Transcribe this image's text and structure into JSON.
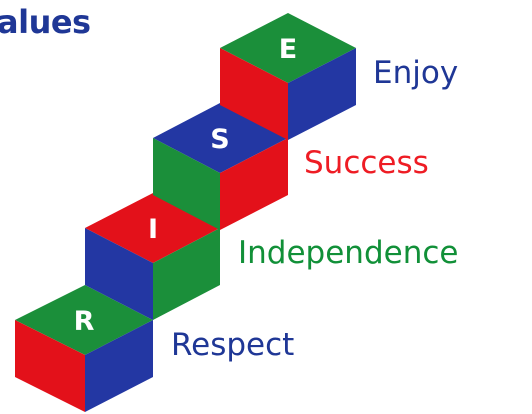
{
  "title": "alues",
  "colors": {
    "blue": "#2337a3",
    "red": "#e3111a",
    "green": "#1b8f3a",
    "title_blue": "#1f3796",
    "label_blue": "#1f3796",
    "label_red": "#ee1c24",
    "label_green": "#119038"
  },
  "steps": [
    {
      "letter": "E",
      "label": "Enjoy",
      "top": "green",
      "left": "red",
      "right": "blue"
    },
    {
      "letter": "S",
      "label": "Success",
      "top": "blue",
      "left": "green",
      "right": "red"
    },
    {
      "letter": "I",
      "label": "Independence",
      "top": "red",
      "left": "blue",
      "right": "green"
    },
    {
      "letter": "R",
      "label": "Respect",
      "top": "green",
      "left": "red",
      "right": "blue"
    }
  ]
}
